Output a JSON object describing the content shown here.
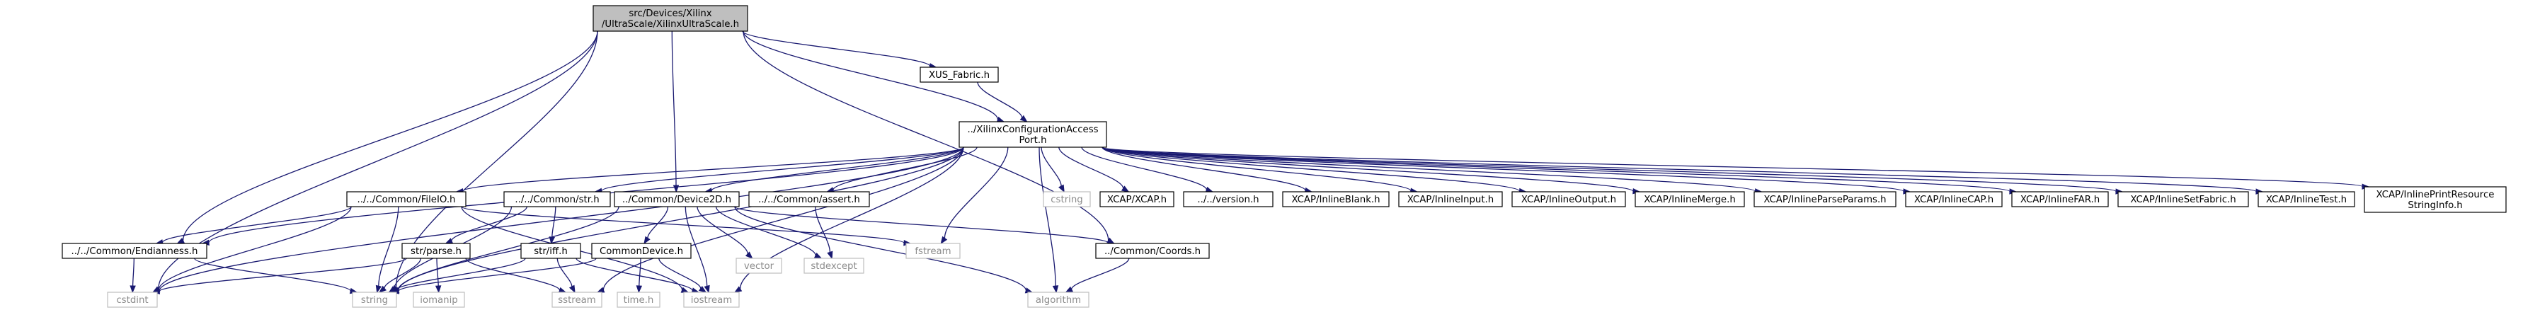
{
  "graph": {
    "nodes": [
      {
        "id": "root",
        "lines": [
          "src/Devices/Xilinx",
          "/UltraScale/XilinxUltraScale.h"
        ],
        "kind": "root",
        "link": false
      },
      {
        "id": "xus_fabric",
        "lines": [
          "XUS_Fabric.h"
        ],
        "kind": "file",
        "link": true
      },
      {
        "id": "xcap_port",
        "lines": [
          "../XilinxConfigurationAccess",
          "Port.h"
        ],
        "kind": "file",
        "link": true
      },
      {
        "id": "fileio",
        "lines": [
          "../../Common/FileIO.h"
        ],
        "kind": "file",
        "link": true
      },
      {
        "id": "str",
        "lines": [
          "../../Common/str.h"
        ],
        "kind": "file",
        "link": true
      },
      {
        "id": "device2d",
        "lines": [
          "../Common/Device2D.h"
        ],
        "kind": "file",
        "link": true
      },
      {
        "id": "assert",
        "lines": [
          "../../Common/assert.h"
        ],
        "kind": "file",
        "link": true
      },
      {
        "id": "cstring",
        "lines": [
          "cstring"
        ],
        "kind": "sys",
        "link": false
      },
      {
        "id": "xcap_xcap",
        "lines": [
          "XCAP/XCAP.h"
        ],
        "kind": "file",
        "link": true
      },
      {
        "id": "version",
        "lines": [
          "../../version.h"
        ],
        "kind": "file",
        "link": true
      },
      {
        "id": "inline_blank",
        "lines": [
          "XCAP/InlineBlank.h"
        ],
        "kind": "file",
        "link": true
      },
      {
        "id": "inline_input",
        "lines": [
          "XCAP/InlineInput.h"
        ],
        "kind": "file",
        "link": true
      },
      {
        "id": "inline_output",
        "lines": [
          "XCAP/InlineOutput.h"
        ],
        "kind": "file",
        "link": true
      },
      {
        "id": "inline_merge",
        "lines": [
          "XCAP/InlineMerge.h"
        ],
        "kind": "file",
        "link": true
      },
      {
        "id": "inline_parse",
        "lines": [
          "XCAP/InlineParseParams.h"
        ],
        "kind": "file",
        "link": true
      },
      {
        "id": "inline_cap",
        "lines": [
          "XCAP/InlineCAP.h"
        ],
        "kind": "file",
        "link": true
      },
      {
        "id": "inline_far",
        "lines": [
          "XCAP/InlineFAR.h"
        ],
        "kind": "file",
        "link": true
      },
      {
        "id": "inline_setfabric",
        "lines": [
          "XCAP/InlineSetFabric.h"
        ],
        "kind": "file",
        "link": true
      },
      {
        "id": "inline_test",
        "lines": [
          "XCAP/InlineTest.h"
        ],
        "kind": "file",
        "link": true
      },
      {
        "id": "inline_print",
        "lines": [
          "XCAP/InlinePrintResource",
          "StringInfo.h"
        ],
        "kind": "file",
        "link": true
      },
      {
        "id": "endianness",
        "lines": [
          "../../Common/Endianness.h"
        ],
        "kind": "file",
        "link": true
      },
      {
        "id": "strparse",
        "lines": [
          "str/parse.h"
        ],
        "kind": "file",
        "link": true
      },
      {
        "id": "striff",
        "lines": [
          "str/iff.h"
        ],
        "kind": "file",
        "link": true
      },
      {
        "id": "commondevice",
        "lines": [
          "CommonDevice.h"
        ],
        "kind": "file",
        "link": true
      },
      {
        "id": "vector",
        "lines": [
          "vector"
        ],
        "kind": "sys",
        "link": false
      },
      {
        "id": "stdexcept",
        "lines": [
          "stdexcept"
        ],
        "kind": "sys",
        "link": false
      },
      {
        "id": "fstream",
        "lines": [
          "fstream"
        ],
        "kind": "sys",
        "link": false
      },
      {
        "id": "coords",
        "lines": [
          "../Common/Coords.h"
        ],
        "kind": "file",
        "link": true
      },
      {
        "id": "cstdint",
        "lines": [
          "cstdint"
        ],
        "kind": "sys",
        "link": false
      },
      {
        "id": "string",
        "lines": [
          "string"
        ],
        "kind": "sys",
        "link": false
      },
      {
        "id": "iomanip",
        "lines": [
          "iomanip"
        ],
        "kind": "sys",
        "link": false
      },
      {
        "id": "sstream",
        "lines": [
          "sstream"
        ],
        "kind": "sys",
        "link": false
      },
      {
        "id": "timeh",
        "lines": [
          "time.h"
        ],
        "kind": "sys",
        "link": false
      },
      {
        "id": "iostream",
        "lines": [
          "iostream"
        ],
        "kind": "sys",
        "link": false
      },
      {
        "id": "algorithm",
        "lines": [
          "algorithm"
        ],
        "kind": "sys",
        "link": false
      }
    ],
    "edges": [
      [
        "root",
        "xus_fabric"
      ],
      [
        "root",
        "xcap_port"
      ],
      [
        "root",
        "device2d"
      ],
      [
        "root",
        "coords"
      ],
      [
        "root",
        "endianness"
      ],
      [
        "root",
        "cstdint"
      ],
      [
        "root",
        "string"
      ],
      [
        "xus_fabric",
        "xcap_port"
      ],
      [
        "xcap_port",
        "fileio"
      ],
      [
        "xcap_port",
        "str"
      ],
      [
        "xcap_port",
        "device2d"
      ],
      [
        "xcap_port",
        "assert"
      ],
      [
        "xcap_port",
        "cstring"
      ],
      [
        "xcap_port",
        "xcap_xcap"
      ],
      [
        "xcap_port",
        "version"
      ],
      [
        "xcap_port",
        "inline_blank"
      ],
      [
        "xcap_port",
        "inline_input"
      ],
      [
        "xcap_port",
        "inline_output"
      ],
      [
        "xcap_port",
        "inline_merge"
      ],
      [
        "xcap_port",
        "inline_parse"
      ],
      [
        "xcap_port",
        "inline_cap"
      ],
      [
        "xcap_port",
        "inline_far"
      ],
      [
        "xcap_port",
        "inline_setfabric"
      ],
      [
        "xcap_port",
        "inline_test"
      ],
      [
        "xcap_port",
        "inline_print"
      ],
      [
        "xcap_port",
        "endianness"
      ],
      [
        "xcap_port",
        "cstdint"
      ],
      [
        "xcap_port",
        "string"
      ],
      [
        "xcap_port",
        "fstream"
      ],
      [
        "xcap_port",
        "sstream"
      ],
      [
        "xcap_port",
        "iostream"
      ],
      [
        "xcap_port",
        "algorithm"
      ],
      [
        "fileio",
        "endianness"
      ],
      [
        "fileio",
        "cstdint"
      ],
      [
        "fileio",
        "string"
      ],
      [
        "fileio",
        "fstream"
      ],
      [
        "fileio",
        "iostream"
      ],
      [
        "str",
        "strparse"
      ],
      [
        "str",
        "striff"
      ],
      [
        "str",
        "string"
      ],
      [
        "strparse",
        "string"
      ],
      [
        "strparse",
        "iomanip"
      ],
      [
        "strparse",
        "sstream"
      ],
      [
        "strparse",
        "cstdint"
      ],
      [
        "striff",
        "string"
      ],
      [
        "striff",
        "sstream"
      ],
      [
        "striff",
        "iostream"
      ],
      [
        "device2d",
        "commondevice"
      ],
      [
        "device2d",
        "coords"
      ],
      [
        "device2d",
        "vector"
      ],
      [
        "device2d",
        "stdexcept"
      ],
      [
        "device2d",
        "string"
      ],
      [
        "device2d",
        "iostream"
      ],
      [
        "device2d",
        "algorithm"
      ],
      [
        "commondevice",
        "string"
      ],
      [
        "commondevice",
        "timeh"
      ],
      [
        "commondevice",
        "iostream"
      ],
      [
        "assert",
        "stdexcept"
      ],
      [
        "coords",
        "algorithm"
      ],
      [
        "endianness",
        "cstdint"
      ],
      [
        "endianness",
        "string"
      ]
    ]
  }
}
